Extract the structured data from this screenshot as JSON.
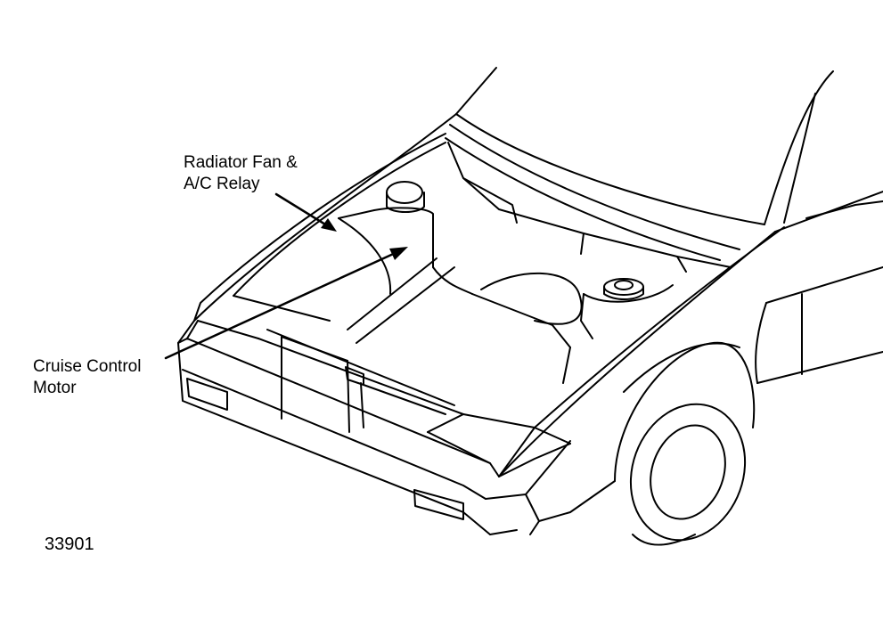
{
  "callouts": {
    "radiator_relay": {
      "line1": "Radiator Fan &",
      "line2": "A/C Relay"
    },
    "cruise_motor": {
      "line1": "Cruise Control",
      "line2": "Motor"
    }
  },
  "figure_number": "33901",
  "colors": {
    "ink": "#000000",
    "paper": "#ffffff"
  }
}
